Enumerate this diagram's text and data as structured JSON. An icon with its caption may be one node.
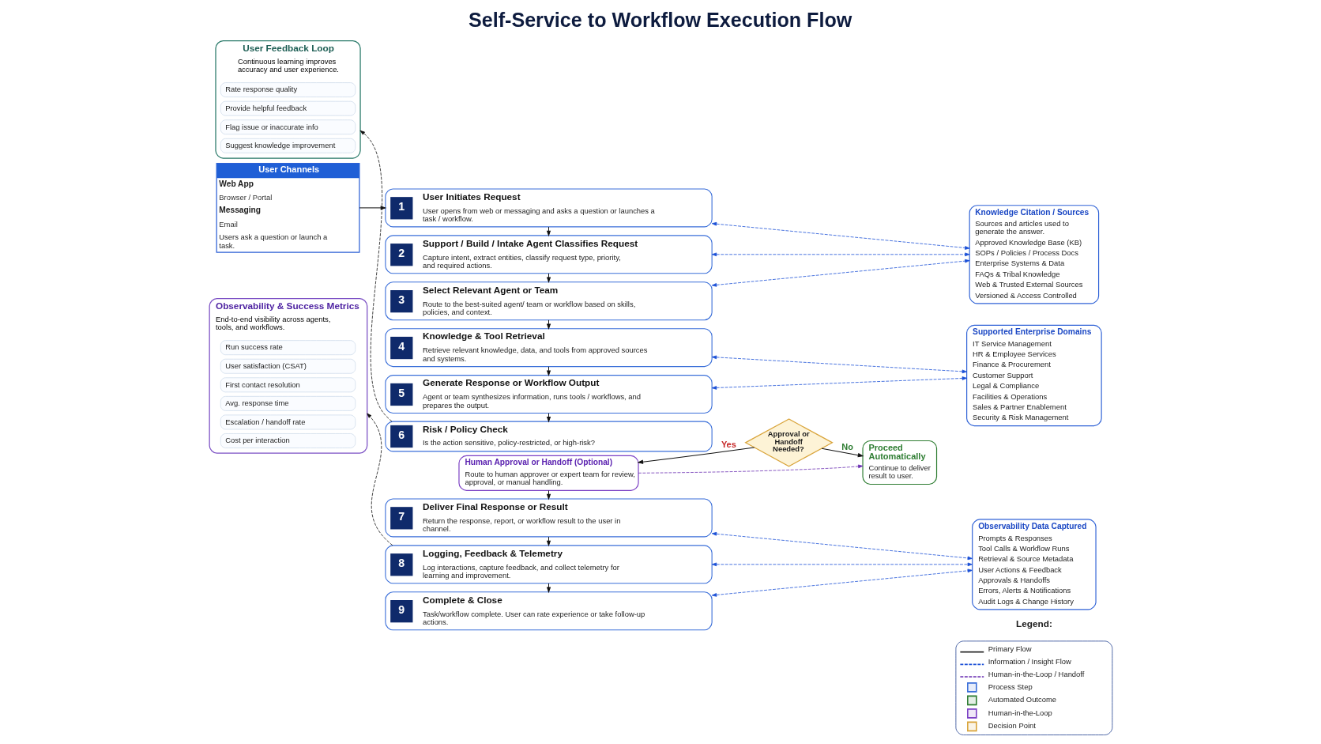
{
  "diagram": {
    "title": "Self-Service to Workflow Execution Flow",
    "nodes": [
      {
        "text": [
          "User Channels",
          "Web App",
          "Browser / Portal",
          "Messaging",
          "Email",
          "Users ask a question or launch a task."
        ]
      },
      {
        "text": [
          "1",
          "User Initiates Request",
          "User opens from web or messaging and asks a question or launches a task / workflow."
        ]
      },
      {
        "text": [
          "2",
          "Support / Build / Intake Agent Classifies Request",
          "Capture intent, extract entities, classify request type, priority, and required actions."
        ]
      },
      {
        "text": [
          "3",
          "Select Relevant Agent or Team",
          "Route to the best-suited agent/ team or workflow based on skills, policies, and context."
        ]
      },
      {
        "text": [
          "4",
          "Knowledge & Tool Retrieval",
          "Retrieve relevant knowledge, data, and tools from approved sources and systems."
        ]
      },
      {
        "text": [
          "5",
          "Generate Response or Workflow Output",
          "Agent or team synthesizes information, runs tools / workflows, and prepares the output."
        ]
      },
      {
        "text": [
          "6",
          "Risk / Policy Check",
          "Is the action sensitive, policy-restricted, or high-risk?"
        ]
      },
      {
        "text": [
          "Approval or Handoff Needed?"
        ]
      },
      {
        "text": [
          "Proceed Automatically",
          "Continue to deliver result to user."
        ]
      },
      {
        "text": [
          "Human Approval or Handoff (Optional)",
          "Route to human approver or expert team for review, approval, or manual handling."
        ]
      },
      {
        "text": [
          "7",
          "Deliver Final Response or Result",
          "Return the response, report, or workflow result to the user in channel."
        ]
      },
      {
        "text": [
          "8",
          "Logging, Feedback & Telemetry",
          "Log interactions, capture feedback, and collect telemetry for learning and improvement."
        ]
      },
      {
        "text": [
          "9",
          "Complete & Close",
          "Task/workflow complete. User can rate experience or take follow-up actions."
        ]
      },
      {
        "text": [
          "User Feedback Loop",
          "Continuous learning improves accuracy and user experience."
        ]
      },
      {
        "text": [
          "Rate response quality"
        ],
        "in": 13
      },
      {
        "text": [
          "Provide helpful feedback"
        ],
        "in": 13
      },
      {
        "text": [
          "Flag issue or inaccurate info"
        ],
        "in": 13
      },
      {
        "text": [
          "Suggest knowledge improvement"
        ],
        "in": 13
      },
      {
        "text": [
          "Observability & Success Metrics",
          "End-to-end visibility across agents, tools, and workflows."
        ]
      },
      {
        "text": [
          "Run success rate"
        ],
        "in": 18
      },
      {
        "text": [
          "User satisfaction (CSAT)"
        ],
        "in": 18
      },
      {
        "text": [
          "First contact resolution"
        ],
        "in": 18
      },
      {
        "text": [
          "Avg. response time"
        ],
        "in": 18
      },
      {
        "text": [
          "Escalation / handoff rate"
        ],
        "in": 18
      },
      {
        "text": [
          "Cost per interaction"
        ],
        "in": 18
      },
      {
        "text": [
          "Knowledge Citation / Sources",
          "Sources and articles used to generate the answer.",
          "Approved Knowledge Base (KB)",
          "SOPs / Policies / Process Docs",
          "Enterprise Systems & Data",
          "FAQs & Tribal Knowledge",
          "Web & Trusted External Sources",
          "Versioned & Access Controlled"
        ]
      },
      {
        "text": [
          "Supported Enterprise Domains",
          "IT Service Management",
          "HR & Employee Services",
          "Finance & Procurement",
          "Customer Support",
          "Legal & Compliance",
          "Facilities & Operations",
          "Sales & Partner Enablement",
          "Security & Risk Management"
        ]
      },
      {
        "text": [
          "Observability Data Captured",
          "Prompts & Responses",
          "Tool Calls & Workflow Runs",
          "Retrieval & Source Metadata",
          "User Actions & Feedback",
          "Approvals & Handoffs",
          "Errors, Alerts & Notifications",
          "Audit Logs & Change History"
        ]
      }
    ],
    "edges": [
      {
        "from": 0,
        "to": 1,
        "arrow": "to"
      },
      {
        "from": 1,
        "to": 2,
        "arrow": "to"
      },
      {
        "from": 2,
        "to": 3,
        "arrow": "to"
      },
      {
        "from": 3,
        "to": 4,
        "arrow": "to"
      },
      {
        "from": 4,
        "to": 5,
        "arrow": "to"
      },
      {
        "from": 5,
        "to": 6,
        "arrow": "to"
      },
      {
        "from": 7,
        "to": 8,
        "arrow": "to",
        "label": "No"
      },
      {
        "from": 7,
        "to": 9,
        "arrow": "to",
        "label": "Yes"
      },
      {
        "from": 9,
        "to": 8,
        "arrow": "to",
        "style": "dashed",
        "color": "#6b2fb3"
      },
      {
        "from": 9,
        "to": 10,
        "arrow": "to"
      },
      {
        "from": 10,
        "to": 11,
        "arrow": "to"
      },
      {
        "from": 11,
        "to": 12,
        "arrow": "to"
      },
      {
        "from": 6,
        "to": 13,
        "arrow": "to",
        "style": "dashed"
      },
      {
        "from": 11,
        "to": 18,
        "arrow": "to",
        "style": "dashed"
      },
      {
        "from": 1,
        "to": 25,
        "arrow": "both",
        "style": "dashed",
        "color": "#1a4fd6"
      },
      {
        "from": 2,
        "to": 25,
        "arrow": "both",
        "style": "dashed",
        "color": "#1a4fd6"
      },
      {
        "from": 3,
        "to": 25,
        "arrow": "both",
        "style": "dashed",
        "color": "#1a4fd6"
      },
      {
        "from": 4,
        "to": 26,
        "arrow": "both",
        "style": "dashed",
        "color": "#1a4fd6"
      },
      {
        "from": 5,
        "to": 26,
        "arrow": "both",
        "style": "dashed",
        "color": "#1a4fd6"
      },
      {
        "from": 10,
        "to": 27,
        "arrow": "both",
        "style": "dashed",
        "color": "#1a4fd6"
      },
      {
        "from": 11,
        "to": 27,
        "arrow": "both",
        "style": "dashed",
        "color": "#1a4fd6"
      },
      {
        "from": 12,
        "to": 27,
        "arrow": "both",
        "style": "dashed",
        "color": "#1a4fd6"
      }
    ],
    "labels": [
      "Legend:"
    ],
    "legend": [
      {
        "text": "Primary Flow"
      },
      {
        "text": "Information / Insight Flow"
      },
      {
        "text": "Human-in-the-Loop / Handoff"
      },
      {
        "text": "Process Step",
        "color": "#3b6fd9"
      },
      {
        "text": "Automated Outcome",
        "color": "#2e7d32"
      },
      {
        "text": "Human-in-the-Loop",
        "color": "#7b3fc4"
      },
      {
        "text": "Decision Point",
        "color": "#d9a43a"
      }
    ]
  }
}
